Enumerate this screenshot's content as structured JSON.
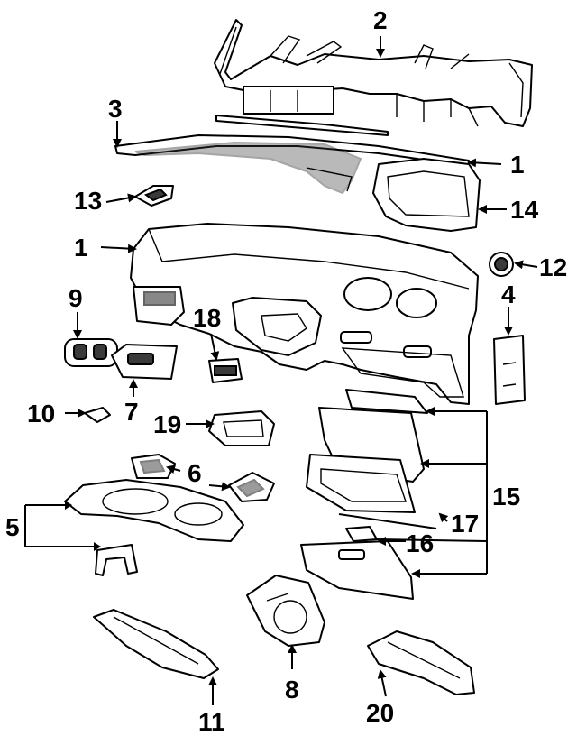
{
  "callouts": {
    "c1a": "1",
    "c1b": "1",
    "c2": "2",
    "c3": "3",
    "c4": "4",
    "c5": "5",
    "c6": "6",
    "c7": "7",
    "c8": "8",
    "c9": "9",
    "c10": "10",
    "c11": "11",
    "c12": "12",
    "c13": "13",
    "c14": "14",
    "c15": "15",
    "c16": "16",
    "c17": "17",
    "c18": "18",
    "c19": "19",
    "c20": "20"
  }
}
